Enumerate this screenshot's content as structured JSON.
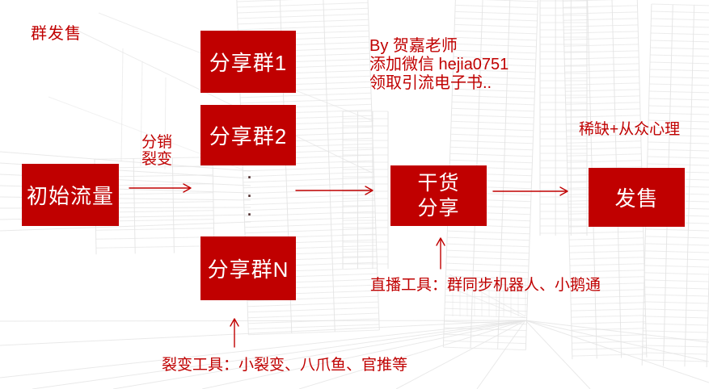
{
  "colors": {
    "accent_red": "#C00000",
    "box_text_white": "#FFFFFF",
    "ellipsis_dot": "#503030",
    "wireframe_line": "#E4E4E4"
  },
  "labels": {
    "corner_title": "群发售",
    "fission_note_line1": "分销",
    "fission_note_line2": "裂变",
    "author_line1": "By 贺嘉老师",
    "author_line2": "添加微信 hejia0751",
    "author_line3": "领取引流电子书..",
    "psychology_note": "稀缺+从众心理",
    "live_tools_note": "直播工具：群同步机器人、小鹅通",
    "fission_tools_note": "裂变工具：小裂变、八爪鱼、官推等"
  },
  "boxes": {
    "initial_traffic": "初始流量",
    "share_group_1": "分享群1",
    "share_group_2": "分享群2",
    "share_group_n": "分享群N",
    "dry_goods_line1": "干货",
    "dry_goods_line2": "分享",
    "sale": "发售"
  },
  "diagram": {
    "ellipsis_dots": [
      "·",
      "·",
      "·"
    ]
  }
}
